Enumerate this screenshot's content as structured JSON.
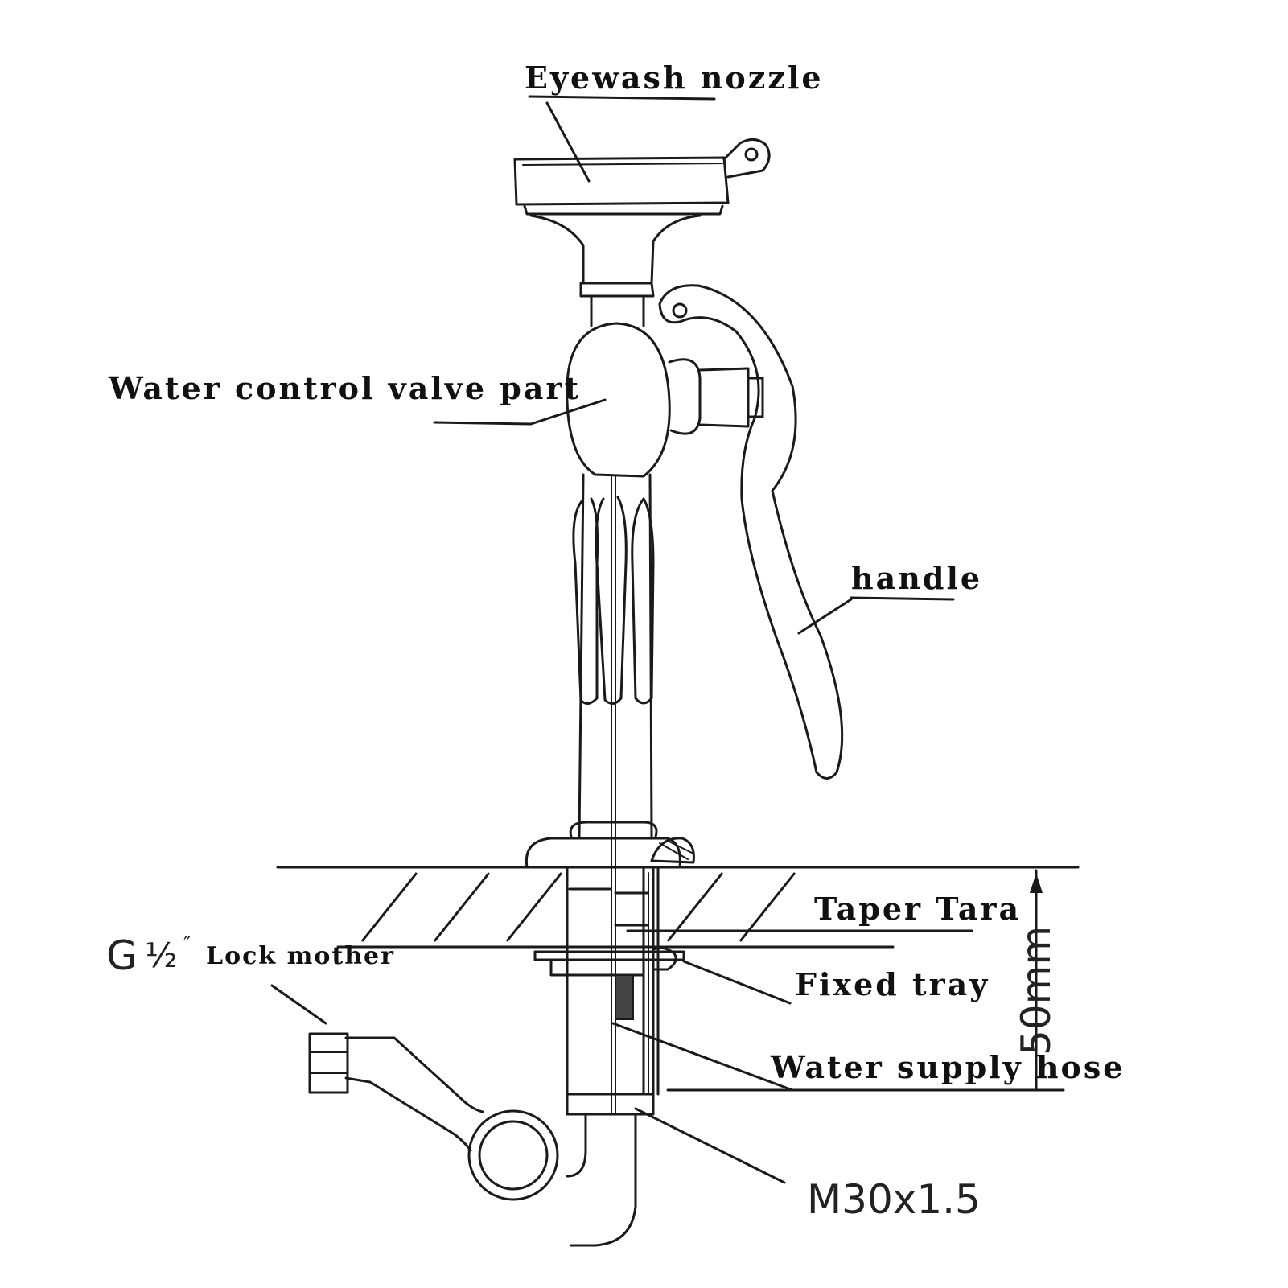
{
  "labels": {
    "eyewash_nozzle": "Eyewash nozzle",
    "valve": "Water control valve part",
    "handle": "handle",
    "taper": "Taper Tara",
    "fixed_tray": "Fixed tray",
    "lock_prefix": "G",
    "lock_fraction": "½",
    "lock_mark": "″",
    "lock_mother": "Lock mother",
    "hose": "Water supply hose",
    "thread": "M30x1.5",
    "dimension": "50mm"
  }
}
